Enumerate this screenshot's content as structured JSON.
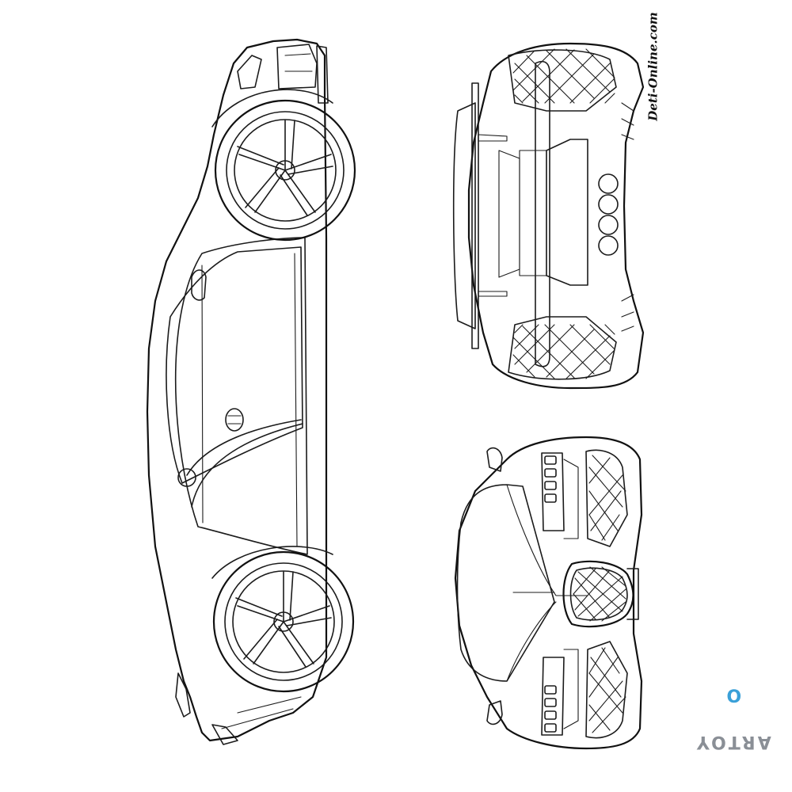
{
  "watermark": {
    "text": "Deti-Online.com"
  },
  "brand": {
    "text": "ARTOY",
    "accent": "O",
    "accent_color": "#3aa0d8",
    "text_color": "#8a8f96"
  },
  "drawing": {
    "line_color": "#1b1b1b",
    "background": "#ffffff"
  }
}
